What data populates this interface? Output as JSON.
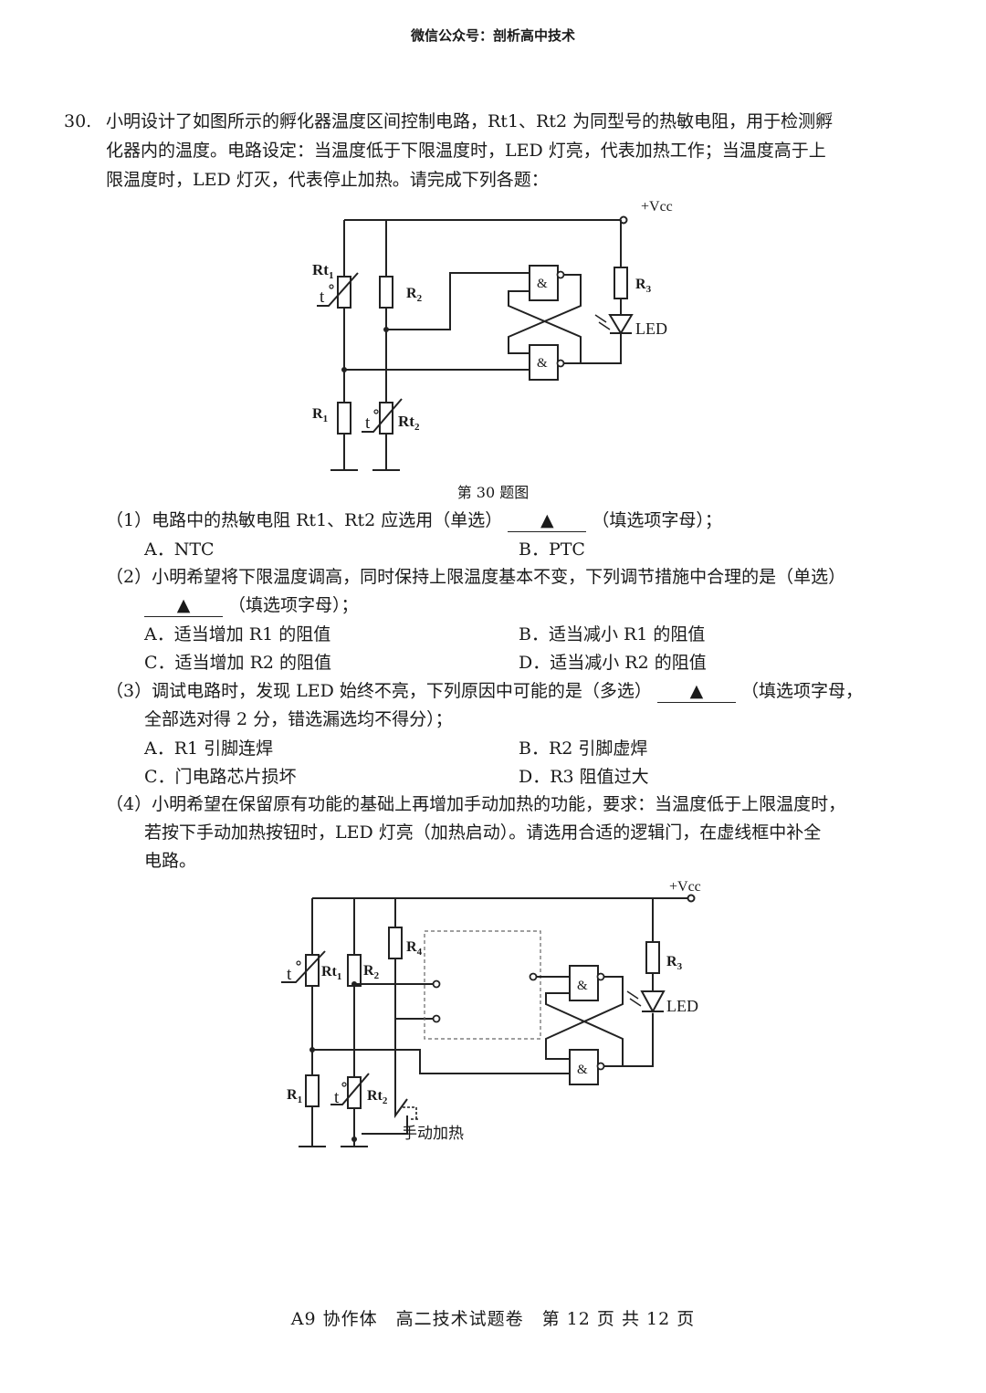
{
  "header": "微信公众号：剖析高中技术",
  "question": {
    "number": "30.",
    "stem": [
      "小明设计了如图所示的孵化器温度区间控制电路，Rt1、Rt2 为同型号的热敏电阻，用于检测孵",
      "化器内的温度。电路设定：当温度低于下限温度时，LED 灯亮，代表加热工作；当温度高于上",
      "限温度时，LED 灯灭，代表停止加热。请完成下列各题："
    ],
    "figure_caption": "第 30 题图",
    "blank_mark": "▲",
    "parts": [
      {
        "lines": [
          "（1）电路中的热敏电阻 Rt1、Rt2 应选用（单选）",
          "（填选项字母）；"
        ],
        "options": [
          "A．NTC",
          "B．PTC"
        ]
      },
      {
        "lines": [
          "（2）小明希望将下限温度调高，同时保持上限温度基本不变，下列调节措施中合理的是（单选）",
          "（填选项字母）；"
        ],
        "options": [
          "A．适当增加 R1 的阻值",
          "B．适当减小 R1 的阻值",
          "C．适当增加 R2 的阻值",
          "D．适当减小 R2 的阻值"
        ]
      },
      {
        "lines": [
          "（3）调试电路时，发现 LED 始终不亮，下列原因中可能的是（多选）",
          "（填选项字母，",
          "全部选对得 2 分，错选漏选均不得分）；"
        ],
        "options": [
          "A．R1 引脚连焊",
          "B．R2 引脚虚焊",
          "C．门电路芯片损坏",
          "D．R3 阻值过大"
        ]
      },
      {
        "lines": [
          "（4）小明希望在保留原有功能的基础上再增加手动加热的功能，要求：当温度低于上限温度时，",
          "若按下手动加热按钮时，LED 灯亮（加热启动）。请选用合适的逻辑门，在虚线框中补全",
          "电路。"
        ]
      }
    ]
  },
  "circuit1": {
    "vcc": "+Vcc",
    "rt1": "Rt",
    "rt1_sub": "1",
    "rt2": "Rt",
    "rt2_sub": "2",
    "r1": "R",
    "r1_sub": "1",
    "r2": "R",
    "r2_sub": "2",
    "r3": "R",
    "r3_sub": "3",
    "led": "LED",
    "temp": "t",
    "gate": "&"
  },
  "circuit2": {
    "vcc": "+Vcc",
    "rt1": "Rt",
    "rt1_sub": "1",
    "rt2": "Rt",
    "rt2_sub": "2",
    "r1": "R",
    "r1_sub": "1",
    "r2": "R",
    "r2_sub": "2",
    "r3": "R",
    "r3_sub": "3",
    "r4": "R",
    "r4_sub": "4",
    "led": "LED",
    "temp": "t",
    "gate": "&",
    "switch": "手动加热"
  },
  "footer": "A9 协作体　高二技术试题卷　第 12 页 共 12 页"
}
